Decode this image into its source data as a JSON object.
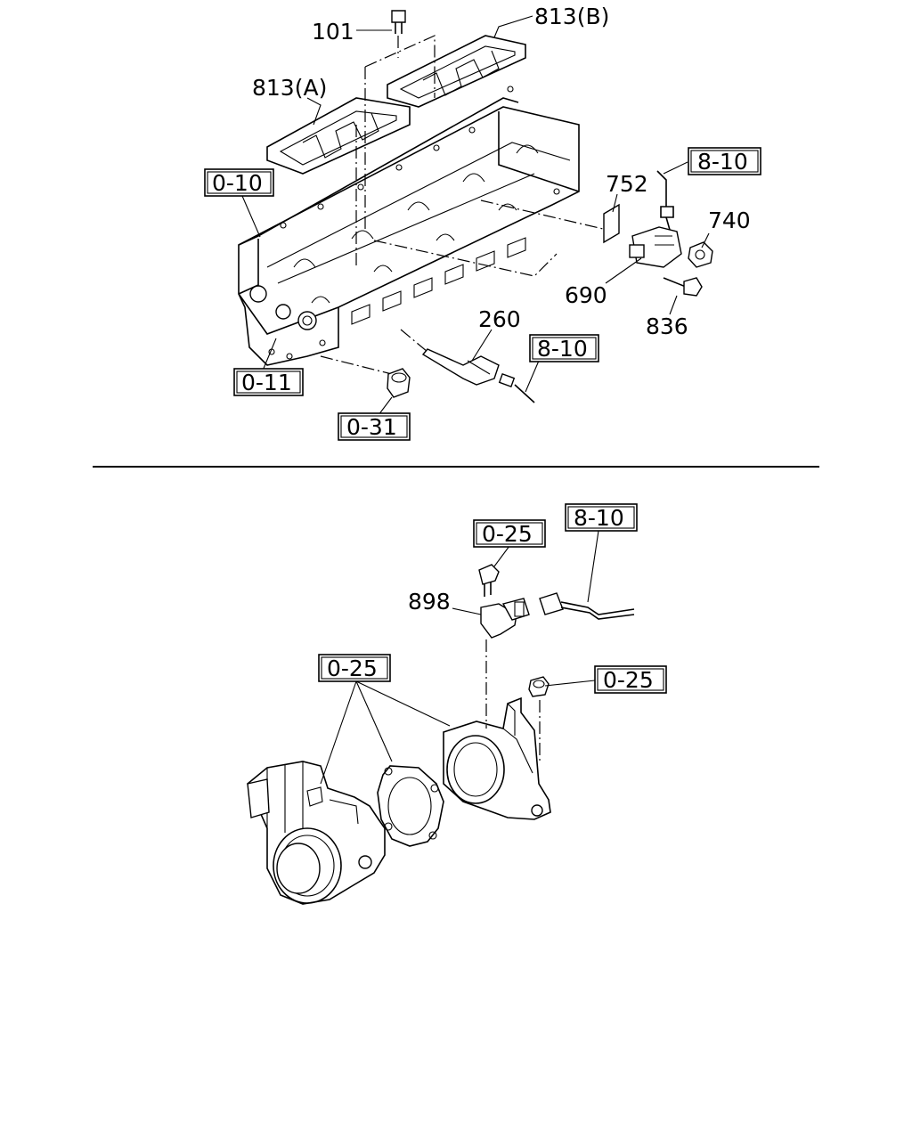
{
  "upper_labels": {
    "p101": "101",
    "p813b": "813(B)",
    "p813a": "813(A)",
    "ref_0_10": "0-10",
    "ref_8_10_top": "8-10",
    "p752": "752",
    "p740": "740",
    "p690": "690",
    "p836": "836",
    "p260": "260",
    "ref_8_10_mid": "8-10",
    "ref_0_11": "0-11",
    "ref_0_31": "0-31"
  },
  "lower_labels": {
    "ref_0_25_bolt": "0-25",
    "ref_8_10": "8-10",
    "p898": "898",
    "ref_0_25_left": "0-25",
    "ref_0_25_nut": "0-25"
  }
}
